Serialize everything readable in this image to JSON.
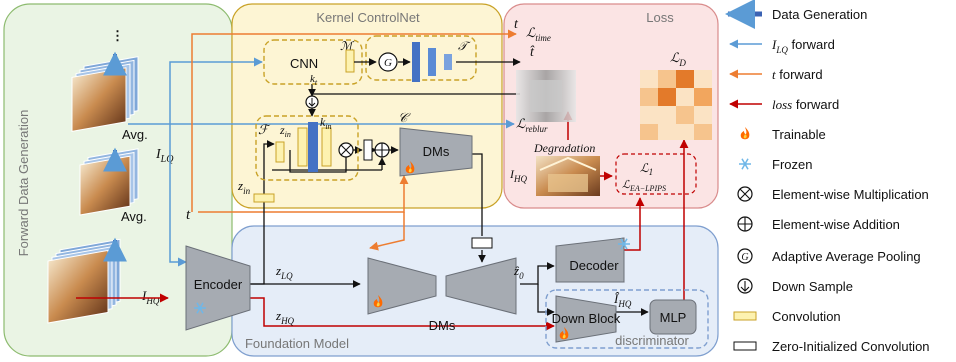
{
  "regions": {
    "forward": "Forward Data Generation",
    "kernel": "Kernel ControlNet",
    "loss": "Loss",
    "foundation": "Foundation Model",
    "discriminator": "discriminator"
  },
  "blocks": {
    "encoder": "Encoder",
    "cnn": "CNN",
    "dms_control": "DMs",
    "dms_main": "DMs",
    "decoder": "Decoder",
    "downblock": "Down Block",
    "mlp": "MLP",
    "degradation": "Degradation"
  },
  "stack_labels": {
    "avg1": "Avg.",
    "avg2": "Avg.",
    "dots": "⋮"
  },
  "symbols": {
    "i_lq": "I",
    "i_lq_sub": "LQ",
    "i_hq": "I",
    "i_hq_sub": "HQ",
    "t": "t",
    "t_hat": "t̂",
    "z_lq": "z",
    "z_lq_sub": "LQ",
    "z_hq": "z",
    "z_hq_sub": "HQ",
    "z_in": "z",
    "z_in_sub": "in",
    "k_in": "k",
    "k_in_sub": "in",
    "k_t": "k",
    "k_t_sub": "t",
    "z_hat0": "ẑ",
    "z_hat0_sub": "0",
    "i_hat_hq": "Î",
    "i_hat_hq_sub": "HQ",
    "cal_m": "ℳ",
    "cal_t": "𝒯",
    "cal_f": "ℱ",
    "cal_c": "𝒞",
    "pool": "G",
    "l_time": "ℒ",
    "l_time_sub": "time",
    "l_reblur": "ℒ",
    "l_reblur_sub": "reblur",
    "l_d": "ℒ",
    "l_d_sub": "D",
    "l_1": "ℒ",
    "l_1_sub": "1",
    "l_ea": "ℒ",
    "l_ea_sub": "EA−LPIPS"
  },
  "legend": [
    {
      "label": "Data Generation",
      "symbol": "thick-blue-arrow"
    },
    {
      "label": "I",
      "sub": "LQ",
      "suffix": " forward",
      "symbol": "blue-arrow"
    },
    {
      "label": "t",
      "suffix": " forward",
      "symbol": "orange-arrow"
    },
    {
      "label": "loss",
      "suffix": " forward",
      "symbol": "red-arrow"
    },
    {
      "label": "Trainable",
      "symbol": "flame-icon"
    },
    {
      "label": "Frozen",
      "symbol": "snowflake-icon"
    },
    {
      "label": "Element-wise Multiplication",
      "symbol": "otimes-icon"
    },
    {
      "label": "Element-wise Addition",
      "symbol": "oplus-icon"
    },
    {
      "label": "Adaptive Average Pooling",
      "symbol": "pool-icon"
    },
    {
      "label": "Down Sample",
      "symbol": "downsample-icon"
    },
    {
      "label": "Convolution",
      "symbol": "conv-box"
    },
    {
      "label": "Zero-Initialized Convolution",
      "symbol": "zeroconv-box"
    }
  ],
  "colors": {
    "blue": "#5b9bd5",
    "orange": "#ed7d31",
    "red": "#c00000",
    "dark_blue": "#3a62b3",
    "forward_bg": "#eaf4e4",
    "kernel_bg": "#fdf5d4",
    "loss_bg": "#fbe4e4",
    "foundation_bg": "#e5edf8"
  }
}
